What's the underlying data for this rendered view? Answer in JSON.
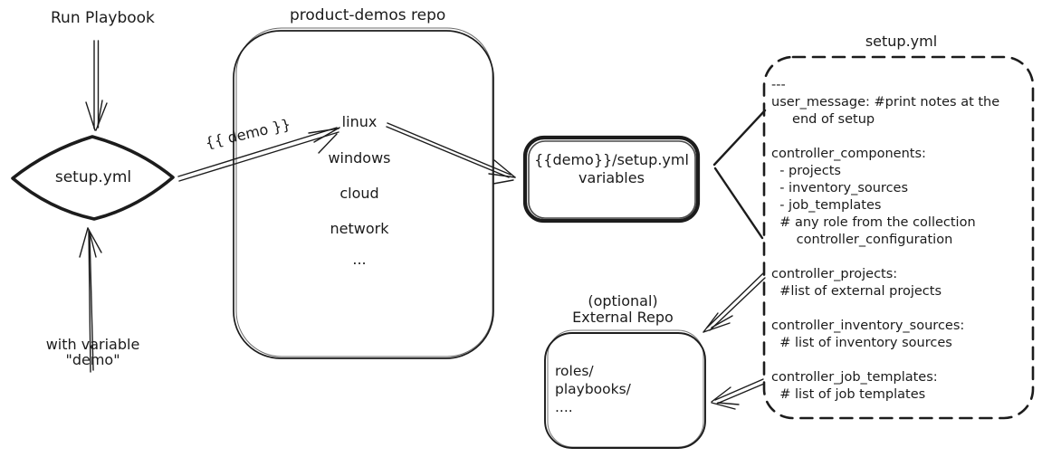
{
  "canvas": {
    "background": "#ffffff",
    "ink": "#1c1c1c"
  },
  "left_flow": {
    "run_playbook_label": "Run Playbook",
    "diamond_label": "setup.yml",
    "with_variable_line1": "with variable",
    "with_variable_line2": "\"demo\""
  },
  "demo_edge_label": "{{ demo }}",
  "repo_box": {
    "title": "product-demos repo",
    "items": [
      "linux",
      "windows",
      "cloud",
      "network",
      "..."
    ]
  },
  "variables_box": {
    "line1": "{{demo}}/setup.yml",
    "line2": "variables"
  },
  "setup_yml_panel": {
    "title": "setup.yml",
    "content": "---\nuser_message: #print notes at the\n     end of setup\n\ncontroller_components:\n  - projects\n  - inventory_sources\n  - job_templates\n  # any role from the collection\n      controller_configuration\n\ncontroller_projects:\n  #list of external projects\n\ncontroller_inventory_sources:\n  # list of inventory sources\n\ncontroller_job_templates:\n  # list of job templates"
  },
  "external_repo": {
    "label_line1": "(optional)",
    "label_line2": "External Repo",
    "content": "roles/\nplaybooks/\n...."
  }
}
